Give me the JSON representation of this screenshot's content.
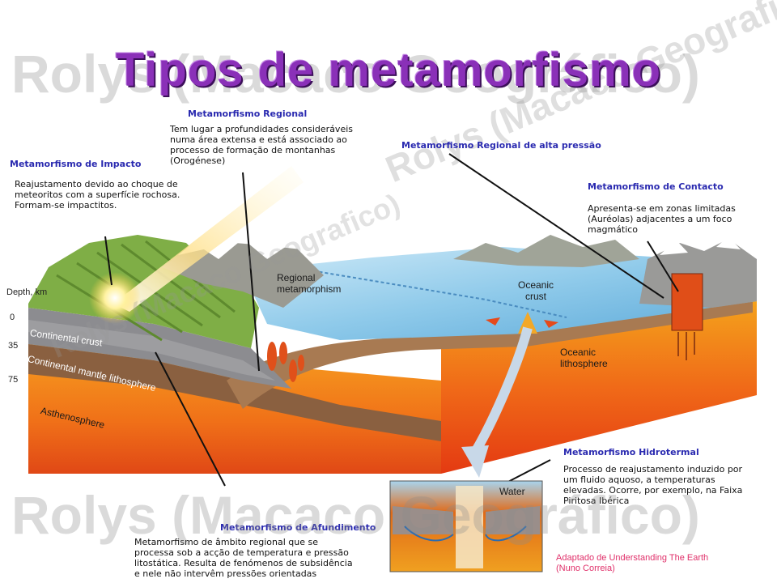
{
  "title": "Tipos de metamorfismo",
  "watermark": {
    "text_plain": "Rolys (Macaco Geográfico)",
    "text_diagonal": "Rolys (Macaco Geografico)"
  },
  "annotations": {
    "impacto": {
      "heading": "Metamorfismo de Impacto",
      "lines": [
        "Reajustamento devido ao choque de",
        "meteoritos com a superfície rochosa.",
        "Formam-se impactitos."
      ]
    },
    "regional": {
      "heading": "Metamorfismo Regional",
      "lines": [
        "Tem lugar a profundidades consideráveis",
        "numa área extensa e está associado ao",
        "processo de formação de montanhas",
        "(Orogénese)"
      ]
    },
    "alta_pressao": {
      "heading": "Metamorfismo Regional de alta pressão"
    },
    "contacto": {
      "heading": "Metamorfismo de Contacto",
      "lines": [
        "Apresenta-se em zonas limitadas",
        "(Auréolas) adjacentes a um foco",
        "magmático"
      ]
    },
    "hidrotermal": {
      "heading": "Metamorfismo Hidrotermal",
      "lines": [
        "Processo de reajustamento induzido por",
        "um fluido aquoso, a temperaturas",
        "elevadas. Ocorre, por exemplo, na Faixa",
        "Piritosa Ibérica"
      ]
    },
    "afundimento": {
      "heading": "Metamorfismo de Afundimento",
      "lines": [
        "Metamorfismo de âmbito regional que se",
        "processa sob a acção de temperatura e pressão",
        "litostática. Resulta de fenómenos de subsidência",
        "e nele não intervêm pressões orientadas"
      ]
    }
  },
  "diagram_labels": {
    "depth_title": "Depth, km",
    "depth_ticks": [
      "0",
      "35",
      "75"
    ],
    "continental_crust": "Continental crust",
    "continental_mantle": "Continental mantle lithosphere",
    "asthenosphere": "Asthenosphere",
    "regional_metamorphism": [
      "Regional",
      "metamorphism"
    ],
    "oceanic_crust": [
      "Oceanic",
      "crust"
    ],
    "oceanic_lithosphere": [
      "Oceanic",
      "lithosphere"
    ],
    "water": "Water"
  },
  "credit": {
    "line1": "Adaptado de Understanding The Earth",
    "line2": "(Nuno Correia)"
  },
  "colors": {
    "title": "#8a30b8",
    "heading": "#2a2ab0",
    "credit": "#e0306a",
    "ocean": "#7fc4e6",
    "magma": "#f07a1c"
  }
}
